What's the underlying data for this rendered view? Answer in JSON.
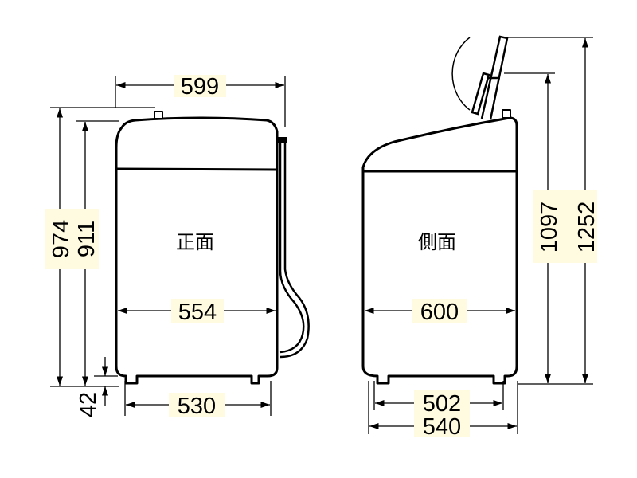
{
  "front_view": {
    "label": "正面",
    "dimensions": {
      "top_width": "599",
      "height_total": "974",
      "height_body": "911",
      "foot_height": "42",
      "body_width": "554",
      "foot_span": "530"
    }
  },
  "side_view": {
    "label": "側面",
    "dimensions": {
      "height_lid_partial": "1097",
      "height_lid_open": "1252",
      "body_depth": "600",
      "foot_span_inner": "502",
      "foot_span_outer": "540"
    }
  },
  "colors": {
    "label_background": "#fffbe0",
    "line": "#000000"
  }
}
